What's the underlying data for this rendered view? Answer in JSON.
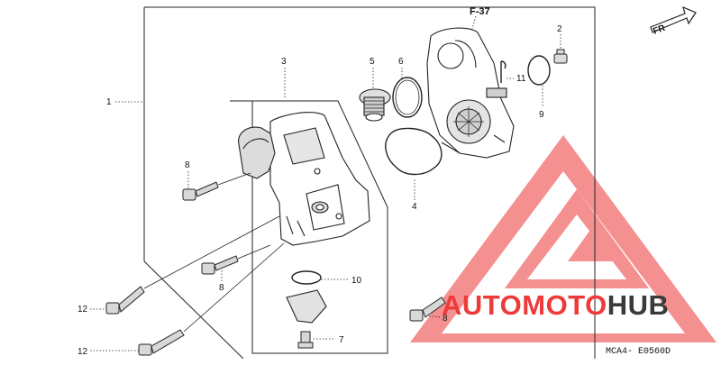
{
  "header": {
    "ref_label": "F-37",
    "direction_label": "FR"
  },
  "callouts": {
    "c1": "1",
    "c2": "2",
    "c3": "3",
    "c4": "4",
    "c5": "5",
    "c6": "6",
    "c7": "7",
    "c8a": "8",
    "c8b": "8",
    "c8c": "8",
    "c9": "9",
    "c10": "10",
    "c11": "11",
    "c12a": "12",
    "c12b": "12"
  },
  "watermark": {
    "part1": "AUTO",
    "part2": "MOTO",
    "part3": "HUB"
  },
  "footer": {
    "diagram_code": "MCA4- E0560D"
  },
  "colors": {
    "watermark_red": "#ef3a3a",
    "watermark_dark": "#3a3a3a",
    "line": "#222222"
  }
}
